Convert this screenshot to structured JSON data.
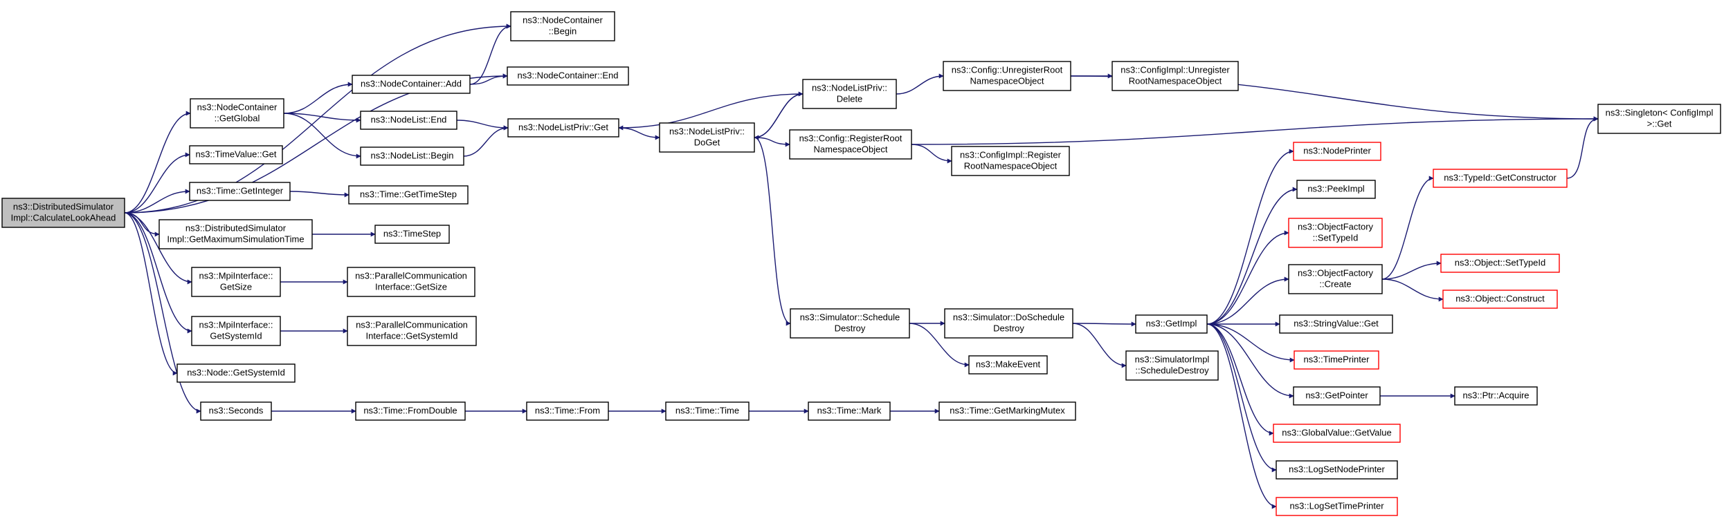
{
  "colors": {
    "edge": "#191970",
    "node_border": "#000000",
    "truncated_border": "#ff0000",
    "root_fill": "#bfbfbf"
  },
  "nodes": {
    "n1": {
      "lines": [
        "ns3::DistributedSimulator",
        "Impl::CalculateLookAhead"
      ],
      "root": true
    },
    "n2": {
      "lines": [
        "ns3::NodeContainer",
        "::Begin"
      ]
    },
    "n3": {
      "lines": [
        "ns3::NodeContainer::End"
      ]
    },
    "n4": {
      "lines": [
        "ns3::NodeContainer",
        "::GetGlobal"
      ]
    },
    "n5": {
      "lines": [
        "ns3::NodeContainer::Add"
      ]
    },
    "n6": {
      "lines": [
        "ns3::NodeList::End"
      ]
    },
    "n7": {
      "lines": [
        "ns3::NodeList::Begin"
      ]
    },
    "n8": {
      "lines": [
        "ns3::NodeListPriv::Get"
      ]
    },
    "n9": {
      "lines": [
        "ns3::NodeListPriv::",
        "DoGet"
      ]
    },
    "n10": {
      "lines": [
        "ns3::NodeListPriv::",
        "Delete"
      ]
    },
    "n11": {
      "lines": [
        "ns3::Config::UnregisterRoot",
        "NamespaceObject"
      ]
    },
    "n12": {
      "lines": [
        "ns3::ConfigImpl::Unregister",
        "RootNamespaceObject"
      ]
    },
    "n13": {
      "lines": [
        "ns3::Config::RegisterRoot",
        "NamespaceObject"
      ]
    },
    "n14": {
      "lines": [
        "ns3::ConfigImpl::Register",
        "RootNamespaceObject"
      ]
    },
    "n15": {
      "lines": [
        "ns3::Singleton< ConfigImpl",
        " >::Get"
      ]
    },
    "n16": {
      "lines": [
        "ns3::TimeValue::Get"
      ]
    },
    "n17": {
      "lines": [
        "ns3::Time::GetInteger"
      ]
    },
    "n18": {
      "lines": [
        "ns3::Time::GetTimeStep"
      ]
    },
    "n19": {
      "lines": [
        "ns3::DistributedSimulator",
        "Impl::GetMaximumSimulationTime"
      ]
    },
    "n20": {
      "lines": [
        "ns3::TimeStep"
      ]
    },
    "n21": {
      "lines": [
        "ns3::MpiInterface::",
        "GetSize"
      ]
    },
    "n22": {
      "lines": [
        "ns3::ParallelCommunication",
        "Interface::GetSize"
      ]
    },
    "n23": {
      "lines": [
        "ns3::MpiInterface::",
        "GetSystemId"
      ]
    },
    "n24": {
      "lines": [
        "ns3::ParallelCommunication",
        "Interface::GetSystemId"
      ]
    },
    "n25": {
      "lines": [
        "ns3::Node::GetSystemId"
      ]
    },
    "n26": {
      "lines": [
        "ns3::Seconds"
      ]
    },
    "n27": {
      "lines": [
        "ns3::Time::FromDouble"
      ]
    },
    "n28": {
      "lines": [
        "ns3::Time::From"
      ]
    },
    "n29": {
      "lines": [
        "ns3::Time::Time"
      ]
    },
    "n30": {
      "lines": [
        "ns3::Time::Mark"
      ]
    },
    "n31": {
      "lines": [
        "ns3::Time::GetMarkingMutex"
      ]
    },
    "n32": {
      "lines": [
        "ns3::Simulator::Schedule",
        "Destroy"
      ]
    },
    "n33": {
      "lines": [
        "ns3::Simulator::DoSchedule",
        "Destroy"
      ]
    },
    "n34": {
      "lines": [
        "ns3::MakeEvent"
      ]
    },
    "n35": {
      "lines": [
        "ns3::GetImpl"
      ]
    },
    "n36": {
      "lines": [
        "ns3::SimulatorImpl",
        "::ScheduleDestroy"
      ]
    },
    "n37": {
      "lines": [
        "ns3::NodePrinter"
      ],
      "truncated": true
    },
    "n38": {
      "lines": [
        "ns3::PeekImpl"
      ]
    },
    "n39": {
      "lines": [
        "ns3::ObjectFactory",
        "::SetTypeId"
      ],
      "truncated": true
    },
    "n40": {
      "lines": [
        "ns3::ObjectFactory",
        "::Create"
      ]
    },
    "n41": {
      "lines": [
        "ns3::StringValue::Get"
      ]
    },
    "n42": {
      "lines": [
        "ns3::TimePrinter"
      ],
      "truncated": true
    },
    "n43": {
      "lines": [
        "ns3::GetPointer"
      ]
    },
    "n44": {
      "lines": [
        "ns3::GlobalValue::GetValue"
      ],
      "truncated": true
    },
    "n45": {
      "lines": [
        "ns3::LogSetNodePrinter"
      ]
    },
    "n46": {
      "lines": [
        "ns3::LogSetTimePrinter"
      ],
      "truncated": true
    },
    "n47": {
      "lines": [
        "ns3::TypeId::GetConstructor"
      ],
      "truncated": true
    },
    "n48": {
      "lines": [
        "ns3::Object::SetTypeId"
      ],
      "truncated": true
    },
    "n49": {
      "lines": [
        "ns3::Object::Construct"
      ],
      "truncated": true
    },
    "n50": {
      "lines": [
        "ns3::Ptr::Acquire"
      ]
    }
  },
  "edges": [
    [
      "n1",
      "n2"
    ],
    [
      "n1",
      "n3"
    ],
    [
      "n1",
      "n4"
    ],
    [
      "n1",
      "n16"
    ],
    [
      "n1",
      "n17"
    ],
    [
      "n1",
      "n19"
    ],
    [
      "n1",
      "n21"
    ],
    [
      "n1",
      "n23"
    ],
    [
      "n1",
      "n25"
    ],
    [
      "n1",
      "n26"
    ],
    [
      "n4",
      "n5"
    ],
    [
      "n4",
      "n6"
    ],
    [
      "n4",
      "n7"
    ],
    [
      "n5",
      "n2"
    ],
    [
      "n5",
      "n3"
    ],
    [
      "n6",
      "n8"
    ],
    [
      "n7",
      "n8"
    ],
    [
      "n8",
      "n9"
    ],
    [
      "n9",
      "n10"
    ],
    [
      "n9",
      "n13"
    ],
    [
      "n9",
      "n32"
    ],
    [
      "n10",
      "n8"
    ],
    [
      "n10",
      "n9"
    ],
    [
      "n10",
      "n11"
    ],
    [
      "n11",
      "n12"
    ],
    [
      "n11",
      "n15"
    ],
    [
      "n13",
      "n14"
    ],
    [
      "n13",
      "n15"
    ],
    [
      "n17",
      "n18"
    ],
    [
      "n19",
      "n20"
    ],
    [
      "n21",
      "n22"
    ],
    [
      "n23",
      "n24"
    ],
    [
      "n26",
      "n27"
    ],
    [
      "n27",
      "n28"
    ],
    [
      "n28",
      "n29"
    ],
    [
      "n29",
      "n30"
    ],
    [
      "n30",
      "n31"
    ],
    [
      "n32",
      "n33"
    ],
    [
      "n32",
      "n34"
    ],
    [
      "n33",
      "n35"
    ],
    [
      "n33",
      "n36"
    ],
    [
      "n35",
      "n37"
    ],
    [
      "n35",
      "n38"
    ],
    [
      "n35",
      "n39"
    ],
    [
      "n35",
      "n40"
    ],
    [
      "n35",
      "n41"
    ],
    [
      "n35",
      "n42"
    ],
    [
      "n35",
      "n43"
    ],
    [
      "n35",
      "n44"
    ],
    [
      "n35",
      "n45"
    ],
    [
      "n35",
      "n46"
    ],
    [
      "n40",
      "n47"
    ],
    [
      "n40",
      "n48"
    ],
    [
      "n40",
      "n49"
    ],
    [
      "n47",
      "n15"
    ],
    [
      "n43",
      "n50"
    ]
  ]
}
